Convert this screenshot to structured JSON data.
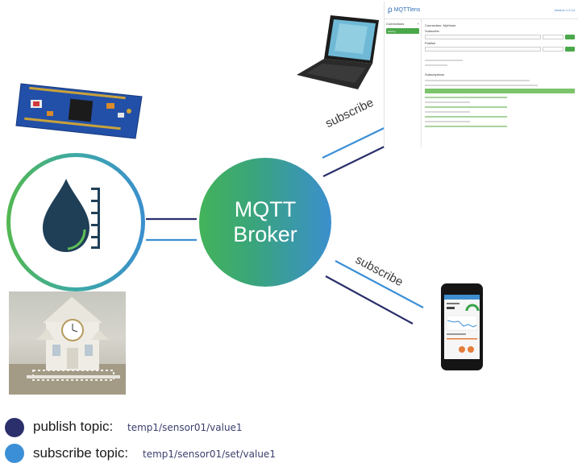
{
  "broker": {
    "line1": "MQTT",
    "line2": "Broker"
  },
  "connections": {
    "laptop_label": "subscribe",
    "phone_label": "subscribe"
  },
  "legend": {
    "publish_label": "publish topic:",
    "publish_topic": "temp1/sensor01/value1",
    "subscribe_label": "subscribe topic:",
    "subscribe_topic": "temp1/sensor01/set/value1"
  },
  "app": {
    "name": "MQTTlens",
    "version": "Version 1.2.14",
    "connections_label": "Connections",
    "connection_name": "Testing",
    "section_label": "Connection: MyHome",
    "subscribe_label": "Subscribe",
    "publish_label": "Publish",
    "subscriptions_label": "Subscriptions"
  },
  "colors": {
    "publish": "#2b2f6b",
    "subscribe": "#3b8fd6",
    "broker_left": "#43b35a",
    "broker_right": "#3b8fce",
    "sensor_drop": "#1f3f57",
    "board_blue": "#2250a8"
  },
  "icons": {
    "sensor": "water-drop-with-scale-icon",
    "board": "arduino-pro-mini-image",
    "laptop": "laptop-icon",
    "phone": "smartphone-icon",
    "photo": "clock-house-photo"
  }
}
